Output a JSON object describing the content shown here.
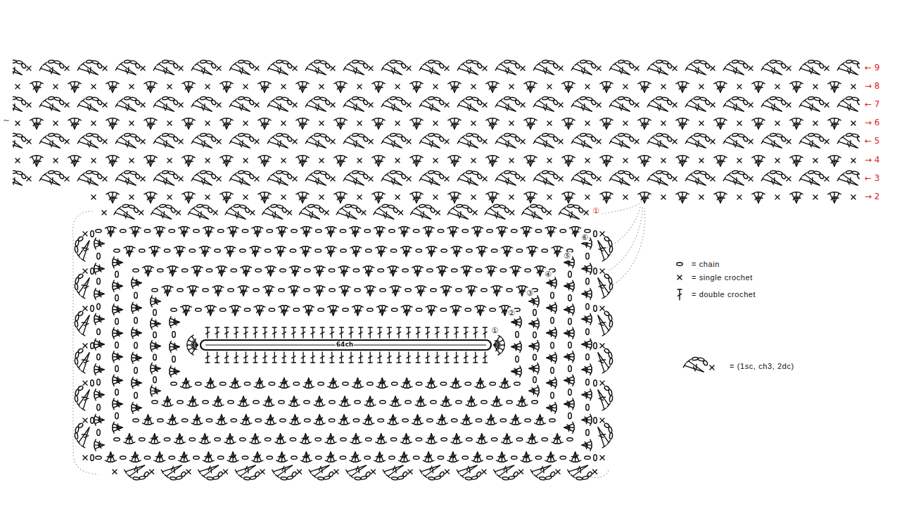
{
  "diagram": {
    "labels": [
      "64ch",
      "①",
      "②",
      "③",
      "④",
      "⑤",
      "⑥",
      "①",
      "← 9",
      "→ 8",
      "← 7",
      "→ 6",
      "← 5",
      "→ 4",
      "← 3",
      "→ 2",
      "~"
    ],
    "legend": [
      {
        "text": "= chain"
      },
      {
        "text": "= single crochet"
      },
      {
        "text": "= double crochet"
      },
      {
        "text": "= (1sc, ch3, 2dc)"
      }
    ]
  }
}
